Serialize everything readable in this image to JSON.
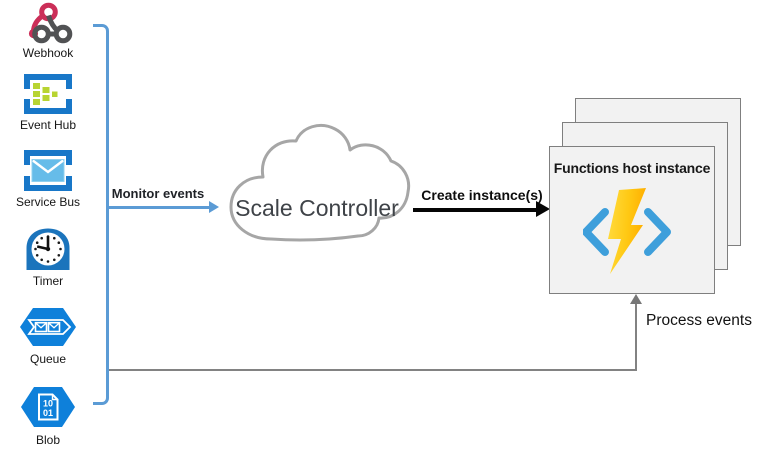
{
  "diagram": {
    "triggers": [
      {
        "label": "Webhook"
      },
      {
        "label": "Event Hub"
      },
      {
        "label": "Service Bus"
      },
      {
        "label": "Timer"
      },
      {
        "label": "Queue"
      },
      {
        "label": "Blob"
      }
    ],
    "controller": {
      "label": "Scale Controller"
    },
    "host": {
      "label": "Functions host instance"
    },
    "flows": {
      "monitor": "Monitor events",
      "create": "Create instance(s)",
      "process": "Process events"
    },
    "blob_doc_lines": [
      "10",
      "01"
    ],
    "colors": {
      "bracket_blue": "#5B9BD5",
      "hexagon_blue": "#0E80DA",
      "frame_blue": "#1877C8",
      "event_hub_green": "#B8D432",
      "webhook_pink": "#CB2E58",
      "webhook_gray": "#515254",
      "cloud_stroke": "#A6A6A6",
      "box_fill": "#F2F2F2",
      "box_border": "#7F7F7F",
      "connector_gray": "#808080",
      "bolt_bright": "#FFDC41",
      "bolt_amber": "#FFAE00",
      "logo_bracket_blue": "#3E9FDB"
    }
  }
}
